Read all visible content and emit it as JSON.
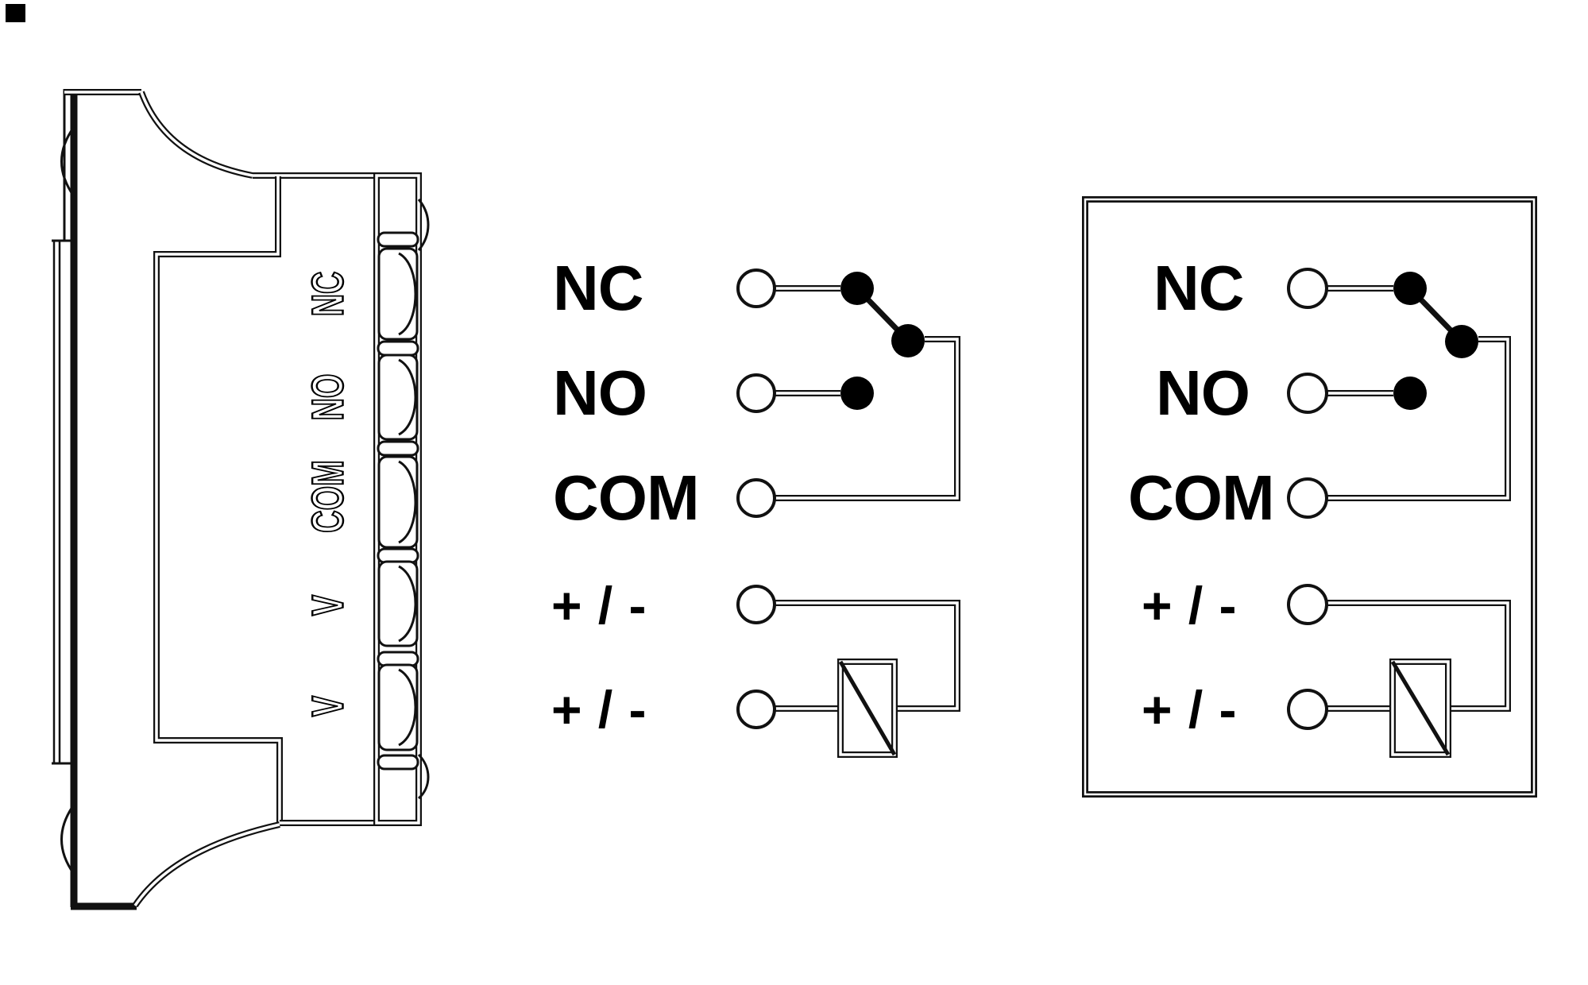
{
  "colors": {
    "line": "#111111",
    "text": "#000000",
    "background": "#ffffff"
  },
  "device_side_view": {
    "terminal_labels": [
      "NC",
      "NO",
      "COM",
      "V",
      "V"
    ]
  },
  "schematic_unboxed": {
    "rows": {
      "nc": "NC",
      "no": "NO",
      "com": "COM",
      "coil_plus_1": "+ / -",
      "coil_plus_2": "+ / -"
    }
  },
  "schematic_boxed": {
    "rows": {
      "nc": "NC",
      "no": "NO",
      "com": "COM",
      "coil_plus_1": "+ / -",
      "coil_plus_2": "+ / -"
    }
  }
}
